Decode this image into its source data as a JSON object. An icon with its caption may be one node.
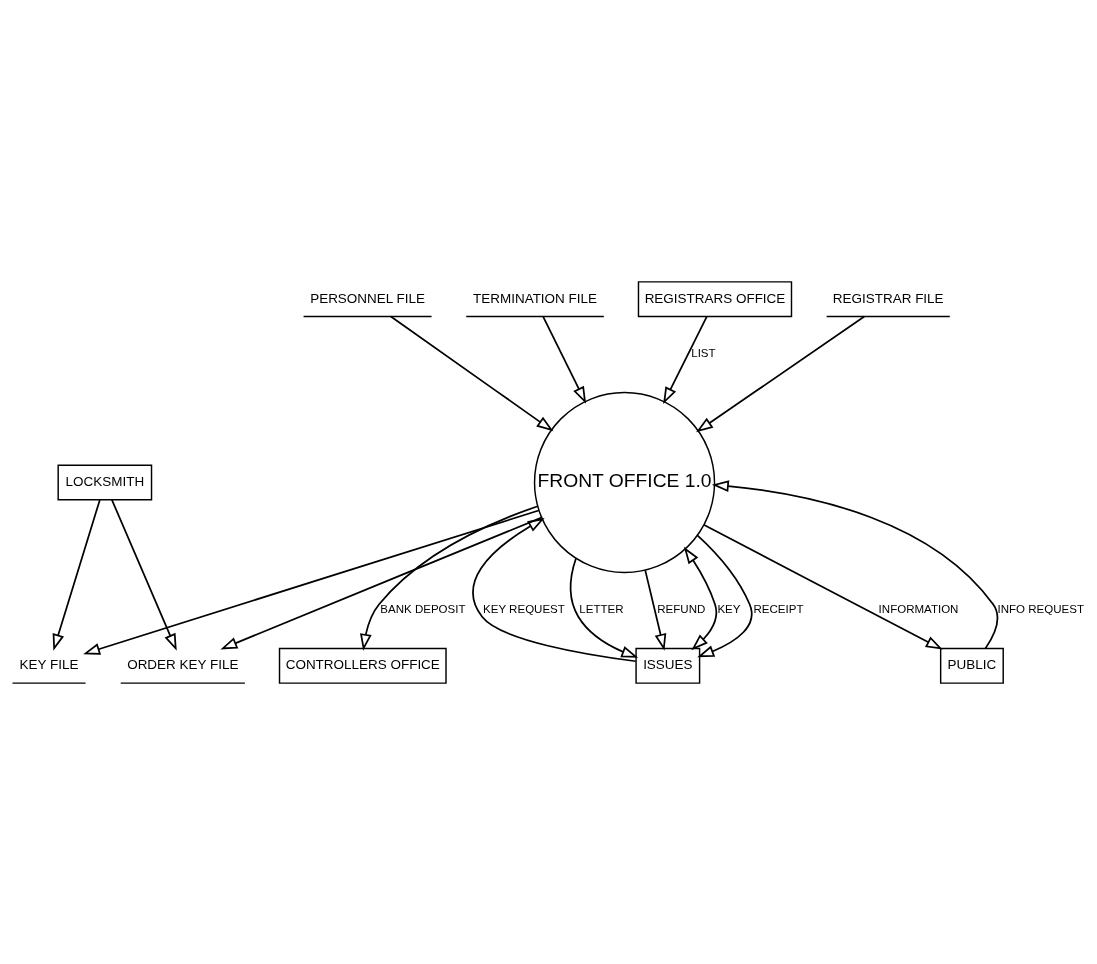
{
  "diagram": {
    "nodes": [
      {
        "text": [
          "PERSONNEL FILE"
        ]
      },
      {
        "text": [
          "CONTROLLERS OFFICE"
        ]
      },
      {
        "text": [
          "TERMINATION FILE"
        ]
      },
      {
        "text": [
          "PUBLIC"
        ]
      },
      {
        "text": [
          "REGISTRARS OFFICE"
        ]
      },
      {
        "text": [
          "FRONT OFFICE 1.0"
        ]
      },
      {
        "text": [
          "LOCKSMITH"
        ]
      },
      {
        "text": [
          "REGISTRAR FILE"
        ]
      },
      {
        "text": [
          "KEY FILE"
        ]
      },
      {
        "text": [
          "ISSUES"
        ]
      },
      {
        "text": [
          "ORDER KEY FILE"
        ]
      }
    ],
    "edges": [
      {
        "from": 0,
        "to": 5,
        "arrow": "to"
      },
      {
        "from": 5,
        "to": 1,
        "arrow": "to",
        "label": "BANK DEPOSIT"
      },
      {
        "from": 2,
        "to": 5,
        "arrow": "to"
      },
      {
        "from": 3,
        "to": 5,
        "arrow": "to",
        "label": "INFO REQUEST"
      },
      {
        "from": 5,
        "to": 3,
        "arrow": "to",
        "label": "INFORMATION"
      },
      {
        "from": 4,
        "to": 5,
        "arrow": "to",
        "label": "LIST"
      },
      {
        "from": 7,
        "to": 5,
        "arrow": "to"
      },
      {
        "from": 5,
        "to": 9,
        "arrow": "to",
        "label": "LETTER"
      },
      {
        "from": 5,
        "to": 9,
        "arrow": "to",
        "label": "REFUND"
      },
      {
        "from": 5,
        "to": 9,
        "arrow": "both",
        "label": "KEY"
      },
      {
        "from": 9,
        "to": 5,
        "arrow": "to",
        "label": "KEY REQUEST"
      },
      {
        "from": 5,
        "to": 9,
        "arrow": "to",
        "label": "RECEIPT"
      },
      {
        "from": 5,
        "to": 8,
        "arrow": "to"
      },
      {
        "from": 6,
        "to": 8,
        "arrow": "to"
      },
      {
        "from": 5,
        "to": 10,
        "arrow": "to"
      },
      {
        "from": 6,
        "to": 10,
        "arrow": "to"
      }
    ]
  }
}
